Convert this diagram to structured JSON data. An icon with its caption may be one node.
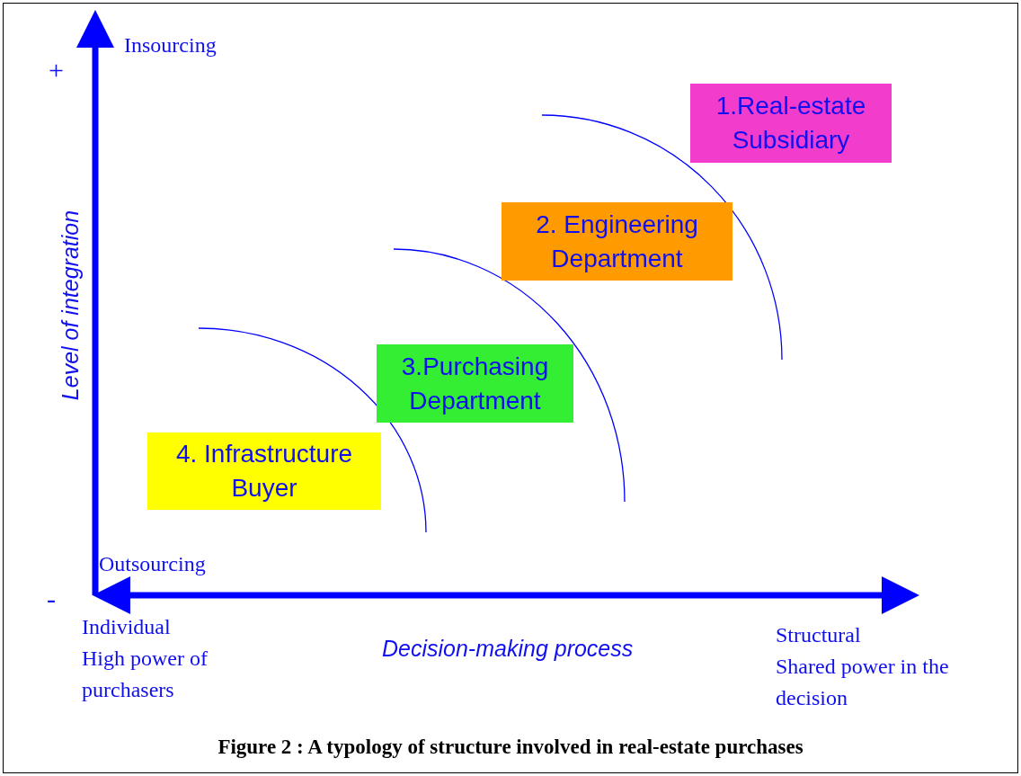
{
  "diagram": {
    "caption": "Figure 2 : A typology of structure involved in real-estate purchases",
    "nodes": [
      {
        "text": [
          "1.Real-estate Subsidiary"
        ]
      },
      {
        "text": [
          "2. Engineering Department"
        ]
      },
      {
        "text": [
          "3.Purchasing Department"
        ]
      },
      {
        "text": [
          "4. Infrastructure Buyer"
        ]
      }
    ],
    "labels": [
      "Insourcing",
      "+",
      "Level of integration",
      "Outsourcing",
      "-",
      "Individual",
      "High power of purchasers",
      "Decision-making process",
      "Structural",
      "Shared power in the decision"
    ]
  }
}
